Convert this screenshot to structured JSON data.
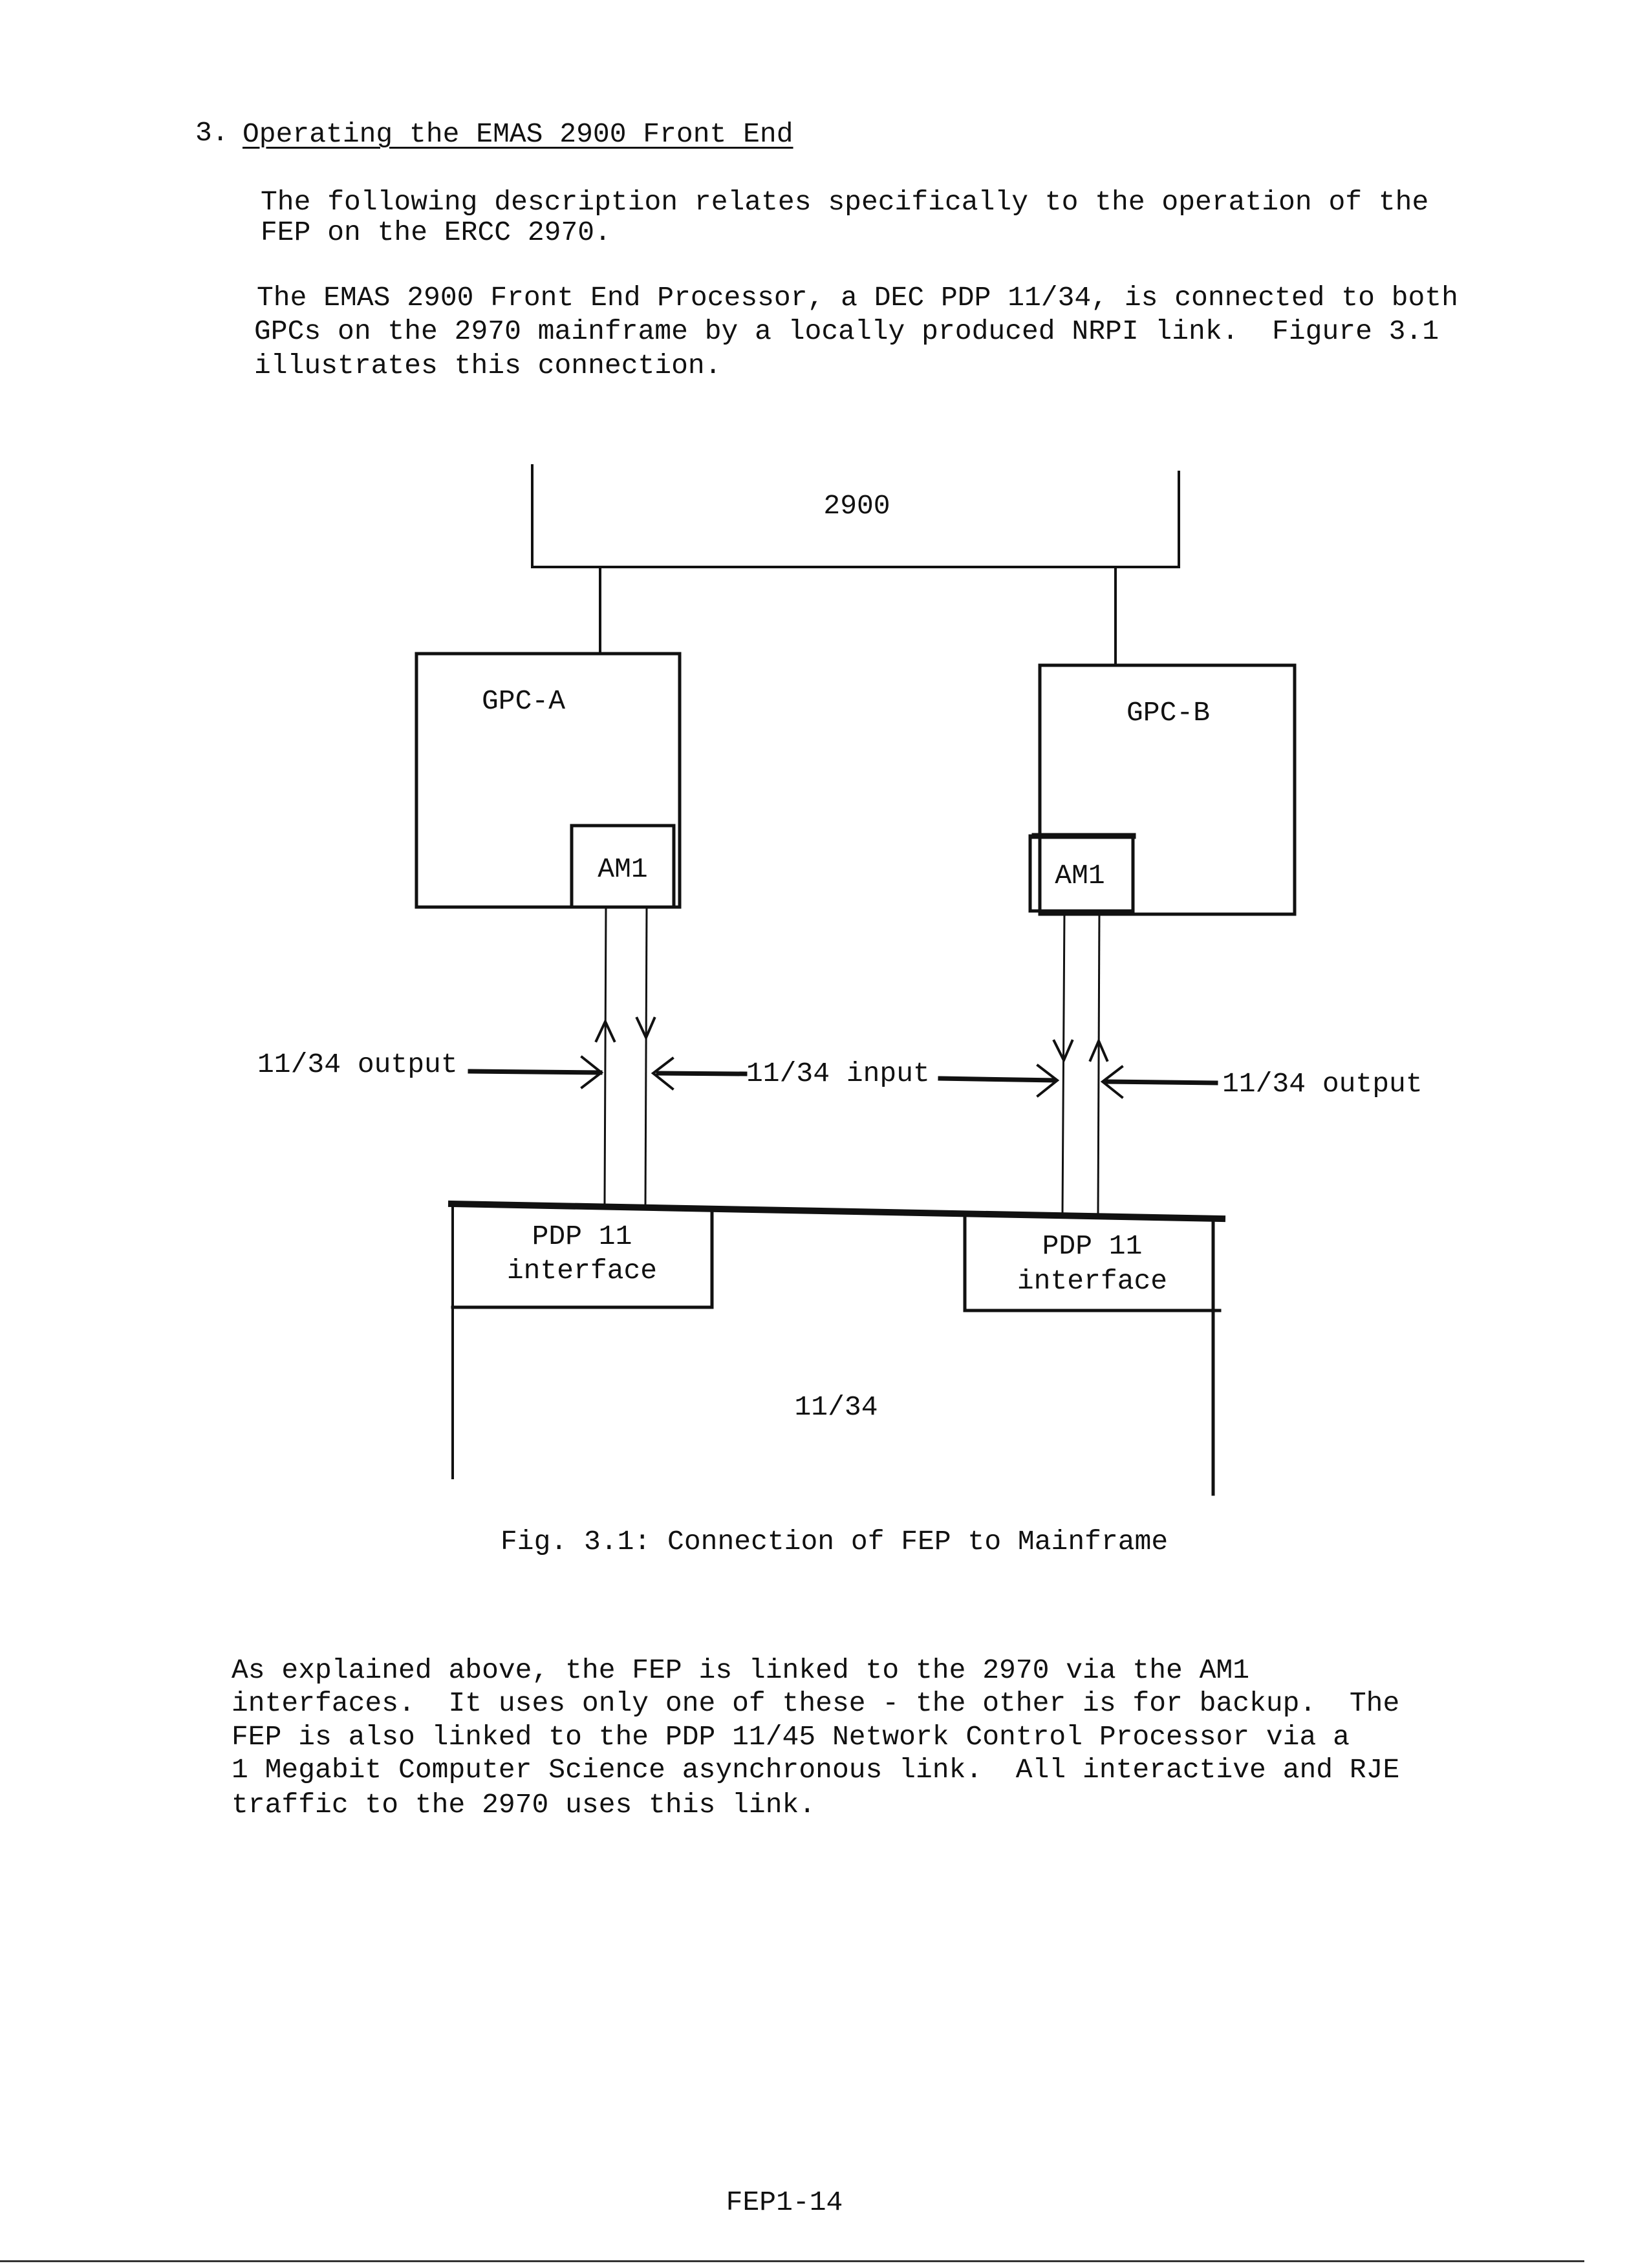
{
  "section": {
    "number": "3.",
    "title": "Operating the EMAS 2900 Front End"
  },
  "paragraphs": {
    "p1": [
      "The following description relates specifically to the operation of the",
      "FEP on the ERCC 2970."
    ],
    "p2": [
      "The EMAS 2900 Front End Processor, a DEC PDP 11/34, is connected to both",
      "GPCs on the 2970 mainframe by a locally produced NRPI link.  Figure 3.1",
      "illustrates this connection."
    ],
    "p3": [
      "As explained above, the FEP is linked to the 2970 via the AM1",
      "interfaces.  It uses only one of these - the other is for backup.  The",
      "FEP is also linked to the PDP 11/45 Network Control Processor via a",
      "1 Megabit Computer Science asynchronous link.  All interactive and RJE",
      "traffic to the 2970 uses this link."
    ]
  },
  "figure": {
    "mainframe_label": "2900",
    "gpc_a_label": "GPC-A",
    "gpc_b_label": "GPC-B",
    "am1_a_label": "AM1",
    "am1_b_label": "AM1",
    "left_output_label": "11/34 output",
    "input_label": "11/34 input",
    "right_output_label": "11/34 output",
    "pdp_a_label": [
      "PDP 11",
      "interface"
    ],
    "pdp_b_label": [
      "PDP 11",
      "interface"
    ],
    "fep_label": "11/34",
    "caption": "Fig. 3.1: Connection of FEP to Mainframe"
  },
  "footer": {
    "page_number": "FEP1-14"
  }
}
